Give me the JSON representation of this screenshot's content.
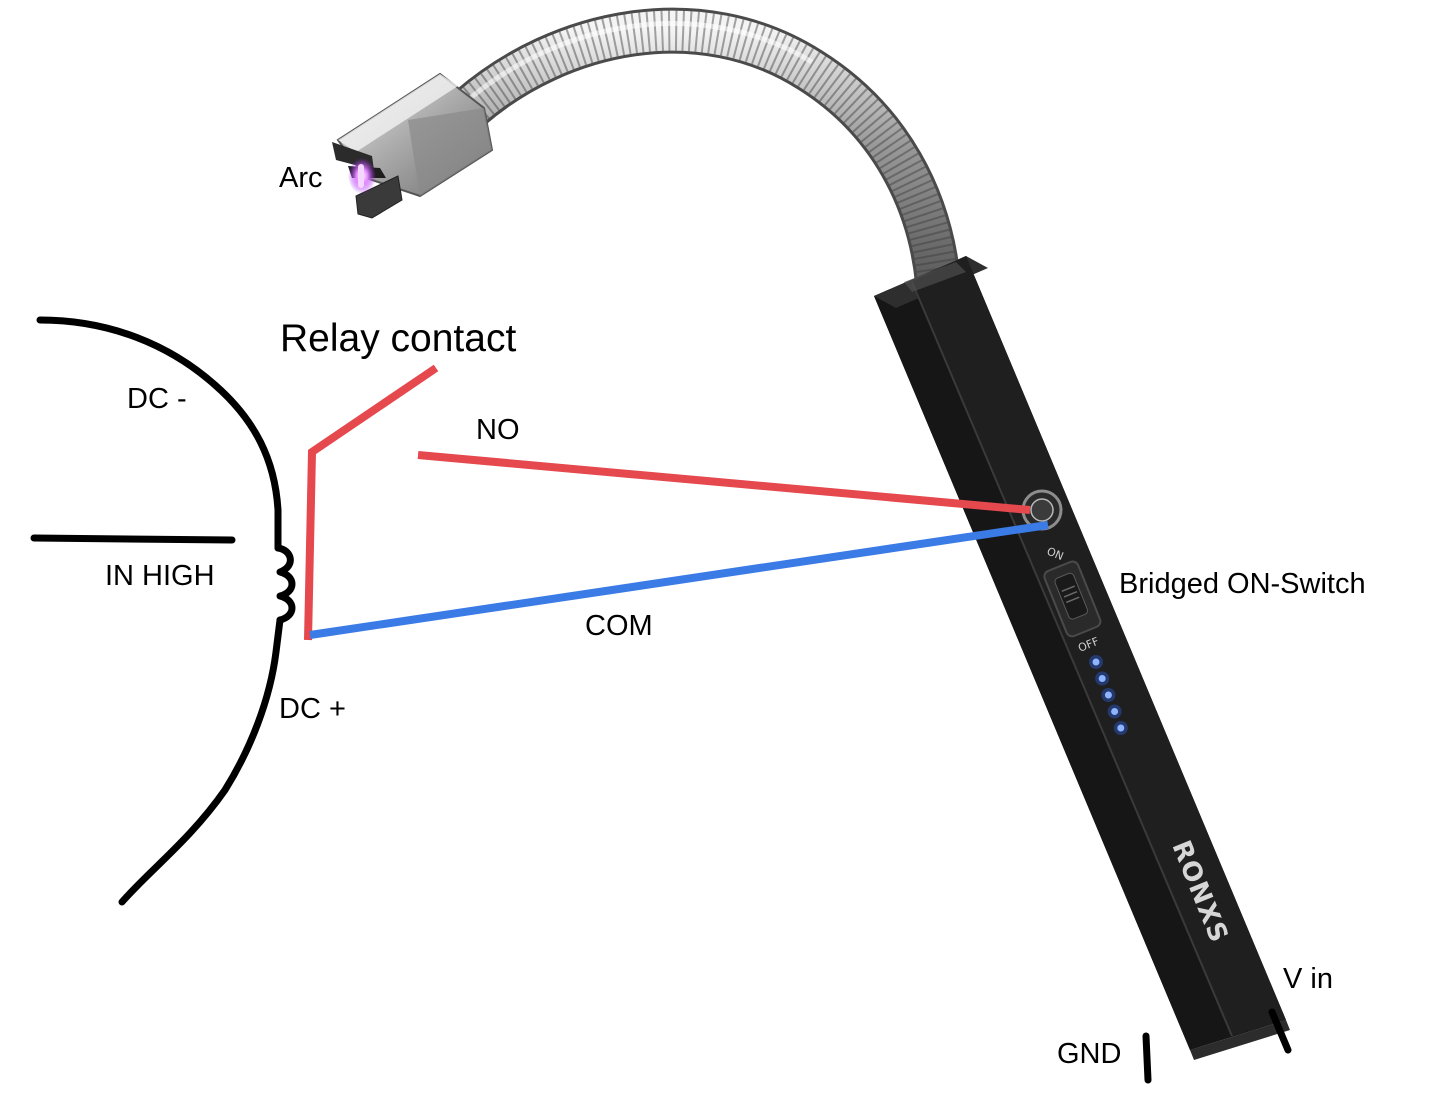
{
  "labels": {
    "arc": "Arc",
    "relay_contact": "Relay contact",
    "dc_minus": "DC -",
    "no": "NO",
    "in_high": "IN HIGH",
    "com": "COM",
    "dc_plus": "DC +",
    "bridged_switch": "Bridged ON-Switch",
    "v_in": "V in",
    "gnd": "GND"
  },
  "device": {
    "brand": "RONXS",
    "switch_on": "ON",
    "switch_off": "OFF",
    "battery_leds": 5
  },
  "colors": {
    "wire_no": "#e5484d",
    "wire_com": "#3a7be6",
    "ink": "#000000",
    "body": "#1c1c1d",
    "led": "#2f6bff"
  }
}
